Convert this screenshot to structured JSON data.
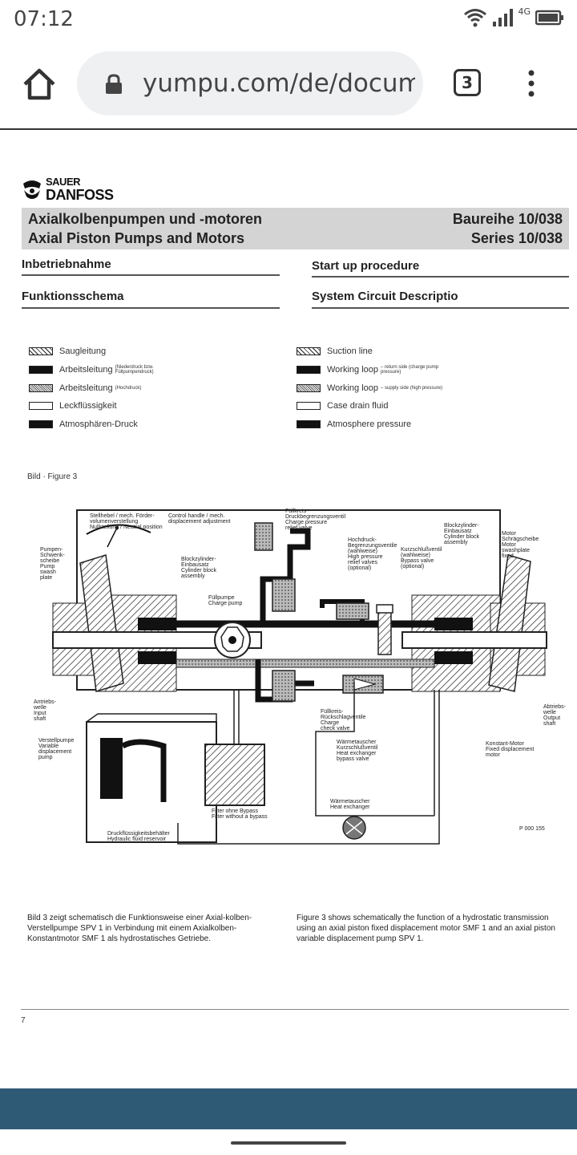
{
  "status": {
    "time": "07:12",
    "network": "4G"
  },
  "browser": {
    "url": "yumpu.com/de/docum",
    "tab_count": "3"
  },
  "document": {
    "logo_top": "SAUER",
    "logo_bottom": "DANFOSS",
    "title_de": "Axialkolbenpumpen  und  -motoren",
    "title_en": "Axial Piston Pumps and Motors",
    "series_de": "Baureihe  10/038",
    "series_en": "Series  10/038",
    "section_1_de": "Inbetriebnahme",
    "section_1_en": "Start up procedure",
    "section_2_de": "Funktionsschema",
    "section_2_en": "System Circuit Descriptio",
    "legend_de": [
      {
        "label": "Saugleitung",
        "note": ""
      },
      {
        "label": "Arbeitsleitung",
        "note": "(Niederdruck bzw. Füllpumpendruck)"
      },
      {
        "label": "Arbeitsleitung",
        "note": "(Hochdruck)"
      },
      {
        "label": "Leckflüssigkeit",
        "note": ""
      },
      {
        "label": "Atmosphären-Druck",
        "note": ""
      }
    ],
    "legend_en": [
      {
        "label": "Suction line",
        "note": ""
      },
      {
        "label": "Working loop",
        "note": "– return side (charge pump pressure)"
      },
      {
        "label": "Working loop",
        "note": "– supply side (high pressure)"
      },
      {
        "label": "Case drain fluid",
        "note": ""
      },
      {
        "label": "Atmosphere pressure",
        "note": ""
      }
    ],
    "figure_label": "Bild · Figure 3",
    "diagram_labels": {
      "stell": "Stellhebel / mech. Förder-\nvolumenverstellung\nNullstellung / Neutral position",
      "control": "Control handle / mech.\ndisplacement adjustment",
      "pumpen": "Pumpen-\nSchwenk-\nscheibe\nPump\nswash\nplate",
      "block_l": "Blockzylinder-\nEinbausatz\nCylinder block\nassembly",
      "fuell": "Füllpumpe\nCharge pump",
      "fuellkreis": "Füllkreis-\nDruckbegrenzungsventil\nCharge pressure\nrelief valve",
      "hochdruck": "Hochdruck-\nBegrenzungsventile\n(wahlweise)\nHigh pressure\nrelief valves\n(optional)",
      "kurz": "Kurzschlußventil\n(wahlweise)\nBypass valve\n(optional)",
      "block_r": "Blockzylinder-\nEinbausatz\nCylinder block\nassembly",
      "motor": "Motor\nSchrägscheibe\nMotor\nswashplate\nfixed",
      "antrieb": "Antriebs-\nwelle\nInput\nshaft",
      "abtrieb": "Abtriebs-\nwelle\nOutput\nshaft",
      "verstell": "Verstellpumpe\nVariable\ndisplacement\npump",
      "rueck": "Füllkreis-\nRückschlagventile\nCharge\ncheck valve",
      "waerme_k": "Wärmetauscher\nKurzschlußventil\nHeat exchanger\nbypass valve",
      "waerme": "Wärmetauscher\nHeat exchanger",
      "konstant": "Konstant-Motor\nFixed displacement\nmotor",
      "filter": "Filter ohne Bypass\nFilter without a bypass",
      "druck": "Druckflüssigkeitsbehälter\nHydraulic fluid reservoir",
      "code": "P 000 155"
    },
    "caption_de": "Bild 3 zeigt schematisch die Funktionsweise einer Axial-kolben-Verstellpumpe SPV 1 in Verbindung mit einem Axialkolben-Konstantmotor SMF 1 als hydrostatisches Getriebe.",
    "caption_en": "Figure 3 shows schematically the function of a hydrostatic transmission using an axial piston fixed displacement motor SMF 1 and an axial piston variable displacement pump SPV 1.",
    "page_number": "7"
  }
}
